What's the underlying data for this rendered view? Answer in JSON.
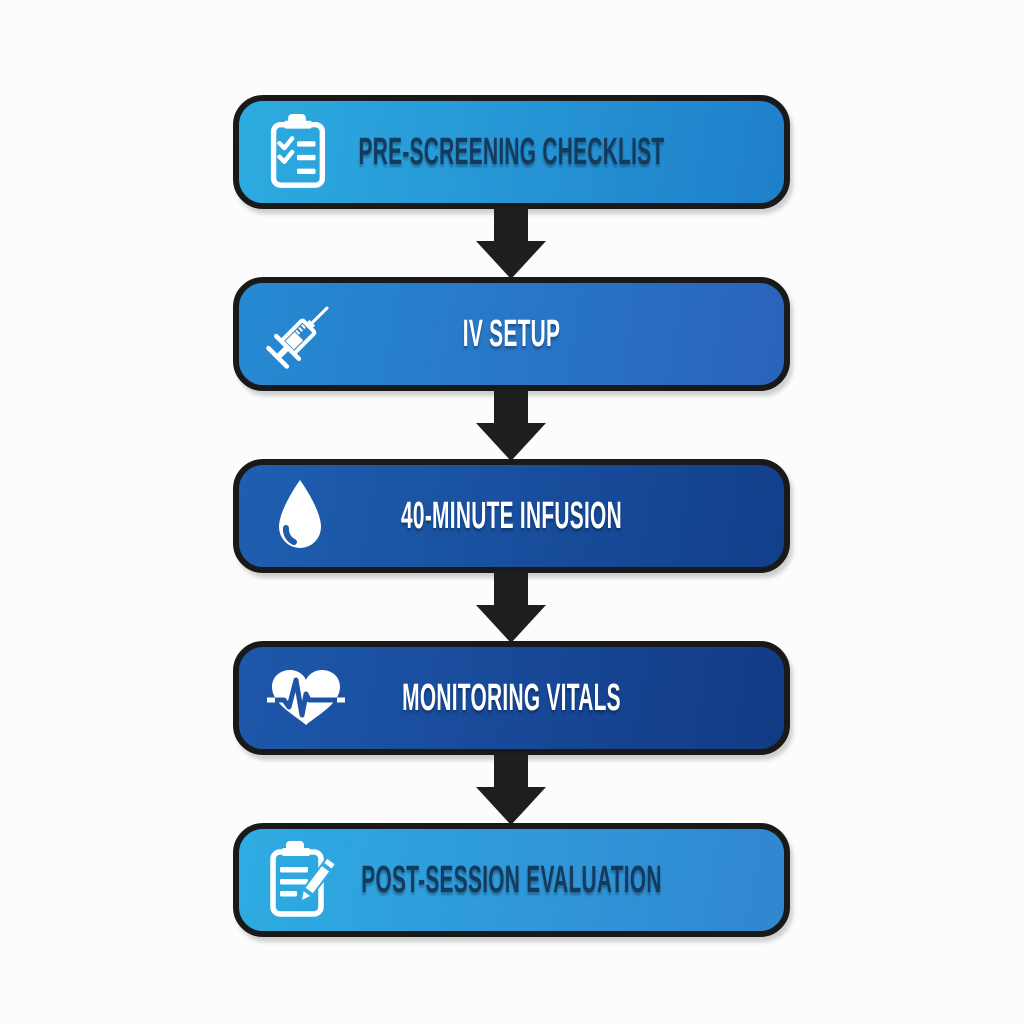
{
  "flowchart": {
    "title": "infusion-session-flow",
    "background_color": "#fcfcfc",
    "border_color": "#191919",
    "arrow_color": "#1e1e1c",
    "steps": [
      {
        "label": "PRE-SCREENING CHECKLIST",
        "icon": "clipboard-checklist-icon",
        "text_color": "#143a5e",
        "gradient": [
          "#2dace0",
          "#1f7fca"
        ]
      },
      {
        "label": "IV SETUP",
        "icon": "syringe-icon",
        "text_color": "#ffffff",
        "gradient": [
          "#268bd3",
          "#2a63ba"
        ]
      },
      {
        "label": "40-MINUTE INFUSION",
        "icon": "water-drop-icon",
        "text_color": "#ffffff",
        "gradient": [
          "#1f5fb0",
          "#123f8c"
        ]
      },
      {
        "label": "MONITORING VITALS",
        "icon": "heart-pulse-icon",
        "text_color": "#ffffff",
        "gradient": [
          "#1e58ab",
          "#123a85"
        ]
      },
      {
        "label": "POST-SESSION EVALUATION",
        "icon": "clipboard-pencil-icon",
        "text_color": "#143a5e",
        "gradient": [
          "#2eace2",
          "#3186d0"
        ]
      }
    ]
  }
}
